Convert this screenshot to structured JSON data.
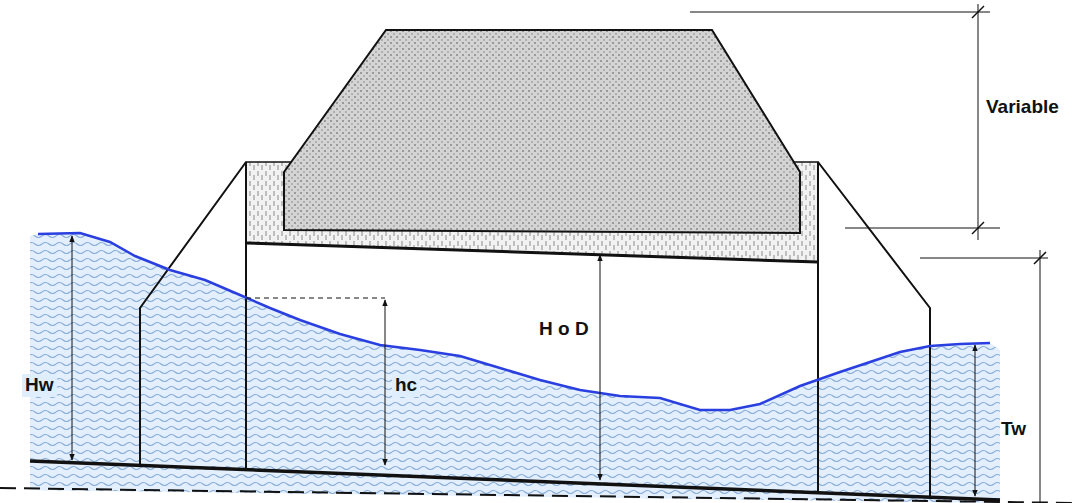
{
  "diagram": {
    "labels": [
      "Variable",
      "Hw",
      "hc",
      "H o D",
      "Tw"
    ]
  }
}
